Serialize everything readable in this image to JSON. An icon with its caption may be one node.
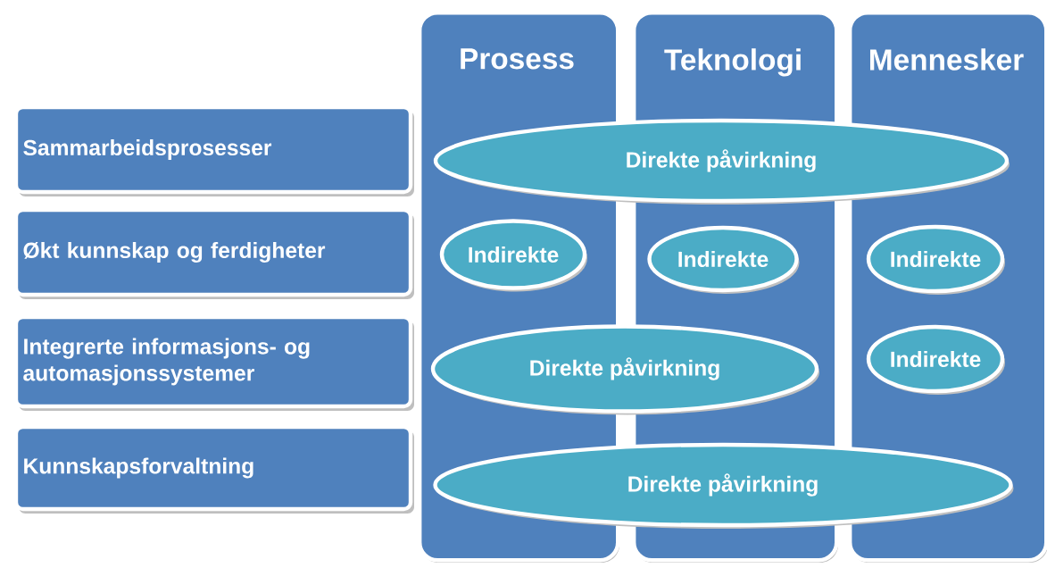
{
  "diagram": {
    "nodes": [
      {
        "text": [
          "Prosess"
        ]
      },
      {
        "text": [
          "Teknologi"
        ]
      },
      {
        "text": [
          "Mennesker"
        ]
      },
      {
        "text": [
          "Sammarbeidsprosesser"
        ]
      },
      {
        "text": [
          "Økt kunnskap og ferdigheter"
        ]
      },
      {
        "text": [
          "Integrerte informasjons- og automasjonssystemer"
        ]
      },
      {
        "text": [
          "Kunnskapsforvaltning"
        ]
      },
      {
        "text": [
          "Direkte påvirkning"
        ]
      },
      {
        "text": [
          "Indirekte"
        ],
        "in": 0
      },
      {
        "text": [
          "Indirekte"
        ],
        "in": 1
      },
      {
        "text": [
          "Indirekte"
        ],
        "in": 2
      },
      {
        "text": [
          "Direkte påvirkning"
        ]
      },
      {
        "text": [
          "Indirekte"
        ],
        "in": 2
      },
      {
        "text": [
          "Direkte påvirkning"
        ]
      }
    ],
    "edges": []
  }
}
